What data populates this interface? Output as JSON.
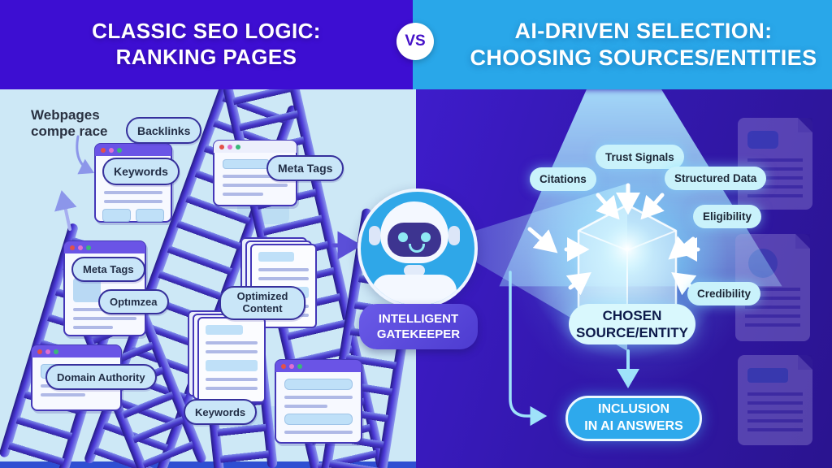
{
  "header": {
    "left": {
      "line1": "CLASSIC SEO LOGIC:",
      "line2": "RANKING PAGES",
      "bg": "#3D0ED2"
    },
    "vs": "VS",
    "right": {
      "line1": "AI-DRIVEN SELECTION:",
      "line2": "CHOOSING SOURCES/ENTITIES",
      "bg": "#29A7E9"
    }
  },
  "left_panel": {
    "bg": "#CDE8F6",
    "caption": {
      "line1": "Webpages",
      "line2": "compe race"
    },
    "labels": {
      "backlinks": "Backlinks",
      "keywords_top": "Keywords",
      "meta_tags_top": "Meta Tags",
      "meta_tags_side": "Meta Tags",
      "optimzea": "Optımzea",
      "optimized_content": {
        "line1": "Optimized",
        "line2": "Content"
      },
      "domain_authority": "Domain Authority",
      "keywords_bottom": "Keywords"
    }
  },
  "center": {
    "gatekeeper": {
      "line1": "INTELLIGENT",
      "line2": "GATEKEEPER",
      "bg": "#5A48DD"
    }
  },
  "right_panel": {
    "bg": "#2F18A9",
    "labels": {
      "trust_signals": "Trust Signals",
      "citations": "Citations",
      "structured_data": "Structured Data",
      "eligibility": "Eligibility",
      "credibility": "Credibility"
    },
    "chosen": {
      "line1": "CHOSEN",
      "line2": "SOURCE/ENTITY"
    },
    "inclusion": {
      "line1": "INCLUSION",
      "line2": "IN AI ANSWERS",
      "bg": "#2EA9EC"
    }
  },
  "colors": {
    "accent_cyan": "#2EA9EC",
    "pill_light_blue": "#C9E6F8",
    "pill_cyan": "#C9F2FB",
    "gatekeeper_purple": "#5A48DD",
    "ladder_indigo": "#4636C9"
  }
}
